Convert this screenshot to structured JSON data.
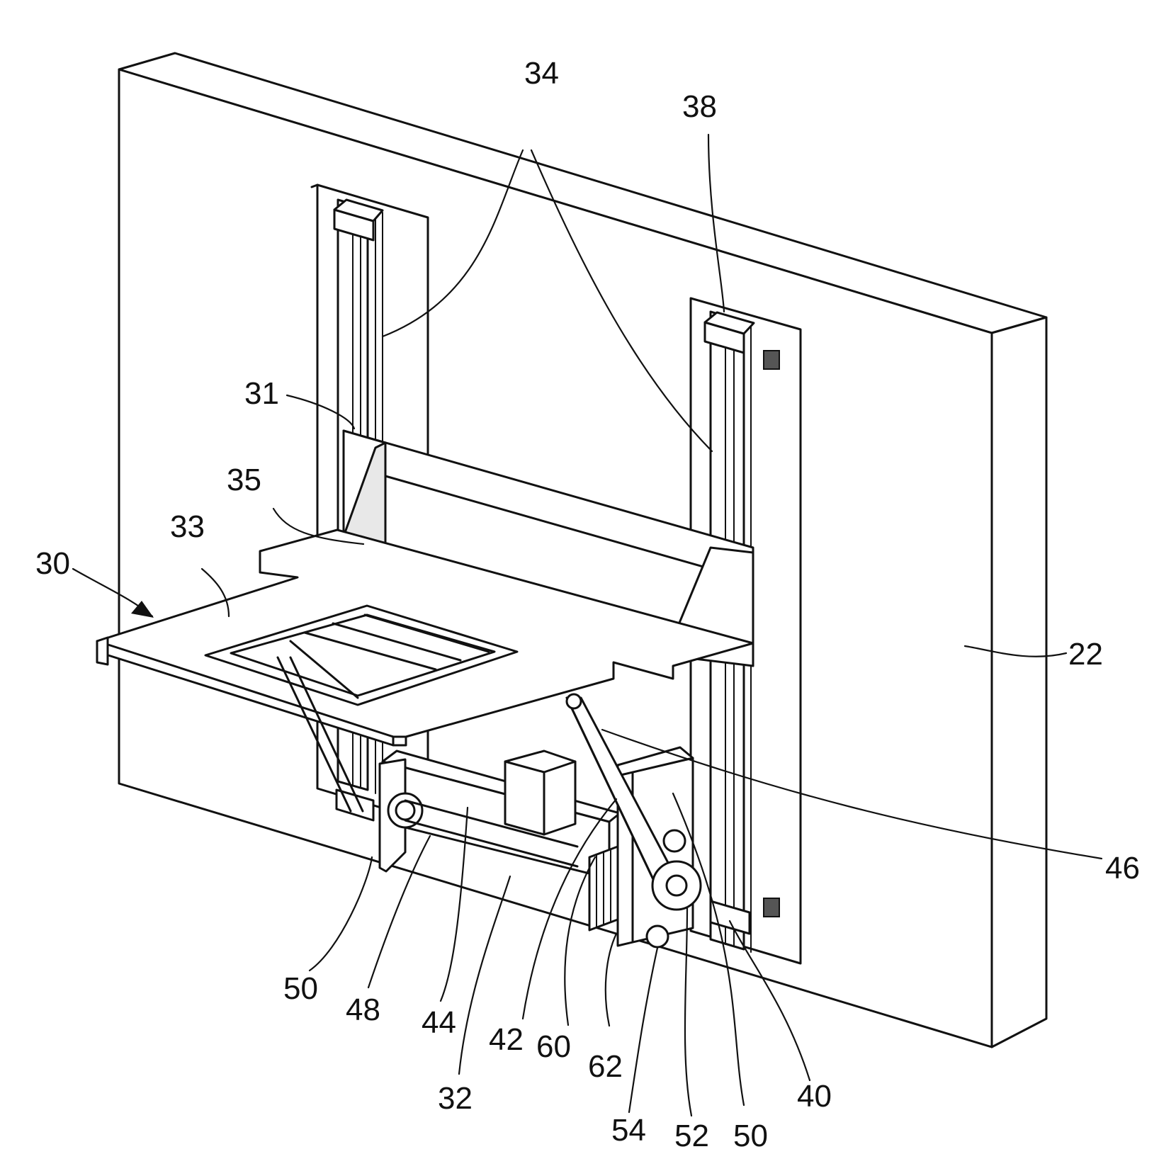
{
  "labels": {
    "r22": "22",
    "r30": "30",
    "r31": "31",
    "r32": "32",
    "r33": "33",
    "r34": "34",
    "r35": "35",
    "r38": "38",
    "r40": "40",
    "r42": "42",
    "r44": "44",
    "r46": "46",
    "r48": "48",
    "r50a": "50",
    "r50b": "50",
    "r52": "52",
    "r54": "54",
    "r60": "60",
    "r62": "62"
  }
}
